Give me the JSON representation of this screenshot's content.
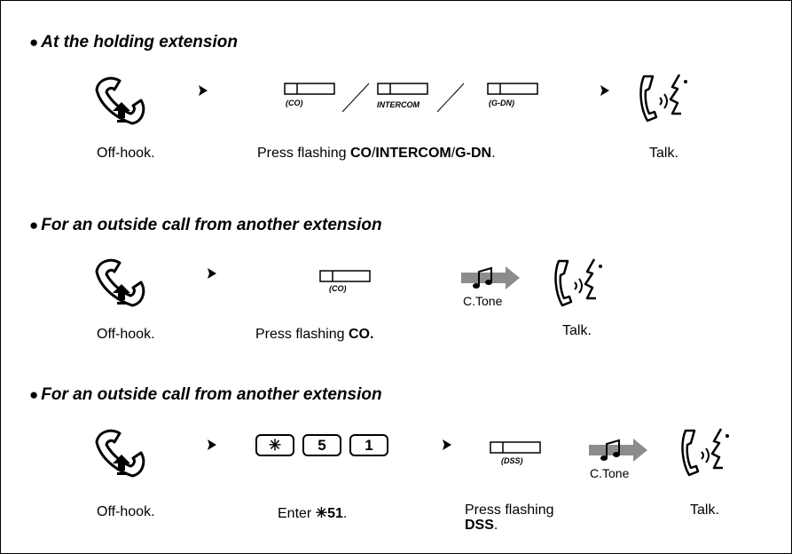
{
  "sections": [
    {
      "heading": "At the holding extension",
      "steps": {
        "offhook": "Off-hook.",
        "press_prefix": "Press flashing ",
        "press_co": "CO",
        "slash1": "/",
        "press_intercom": "INTERCOM",
        "slash2": "/",
        "press_gdn": "G-DN",
        "press_suffix": ".",
        "talk": "Talk."
      },
      "key_labels": [
        "(CO)",
        "INTERCOM",
        "(G-DN)"
      ]
    },
    {
      "heading": "For an outside call from another extension",
      "steps": {
        "offhook": "Off-hook.",
        "press_prefix": "Press flashing ",
        "press_key": "CO.",
        "tone": "C.Tone",
        "talk": "Talk."
      },
      "key_labels": [
        "(CO)"
      ]
    },
    {
      "heading": "For an outside call from another extension",
      "steps": {
        "offhook": "Off-hook.",
        "enter_prefix": "Enter ",
        "enter_code": "✳51",
        "enter_suffix": ".",
        "press_line1": "Press flashing",
        "press_line2": "DSS",
        "press_suffix": ".",
        "tone": "C.Tone",
        "talk": "Talk."
      },
      "dial_keys": [
        "✳",
        "5",
        "1"
      ],
      "key_labels": [
        "(DSS)"
      ]
    }
  ],
  "icons": [
    "handset-offhook-icon",
    "flow-arrow-icon",
    "flexible-button-icon",
    "confirmation-tone-icon",
    "talk-icon",
    "dial-key-icon"
  ],
  "colors": {
    "ink": "#000000",
    "tone_arrow": "#8c8c8c",
    "paper": "#ffffff"
  }
}
